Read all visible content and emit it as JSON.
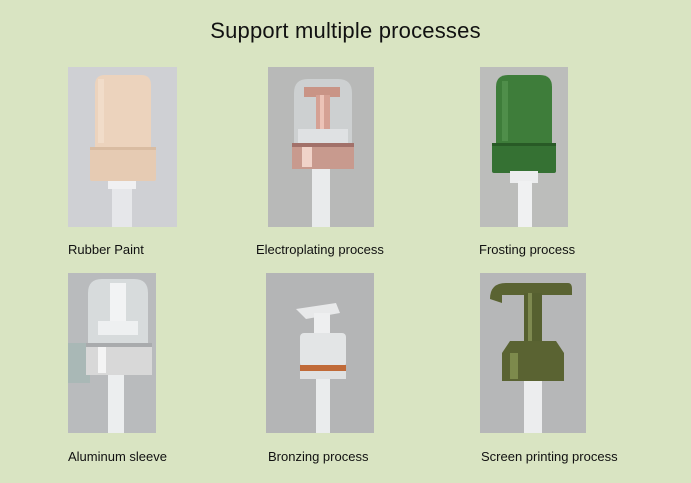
{
  "title": "Support multiple processes",
  "products": [
    {
      "caption": "Rubber Paint"
    },
    {
      "caption": "Electroplating process"
    },
    {
      "caption": "Frosting process"
    },
    {
      "caption": "Aluminum sleeve"
    },
    {
      "caption": "Bronzing process"
    },
    {
      "caption": "Screen printing process"
    }
  ],
  "colors": {
    "background": "#d9e4c2",
    "rubber_paint": "#ecd3bd",
    "electroplating": "#c89a8e",
    "frosting": "#3e7d3a",
    "aluminum": "#d8d8d8",
    "bronzing": "#c06a38",
    "screen_printing": "#5a6332"
  }
}
